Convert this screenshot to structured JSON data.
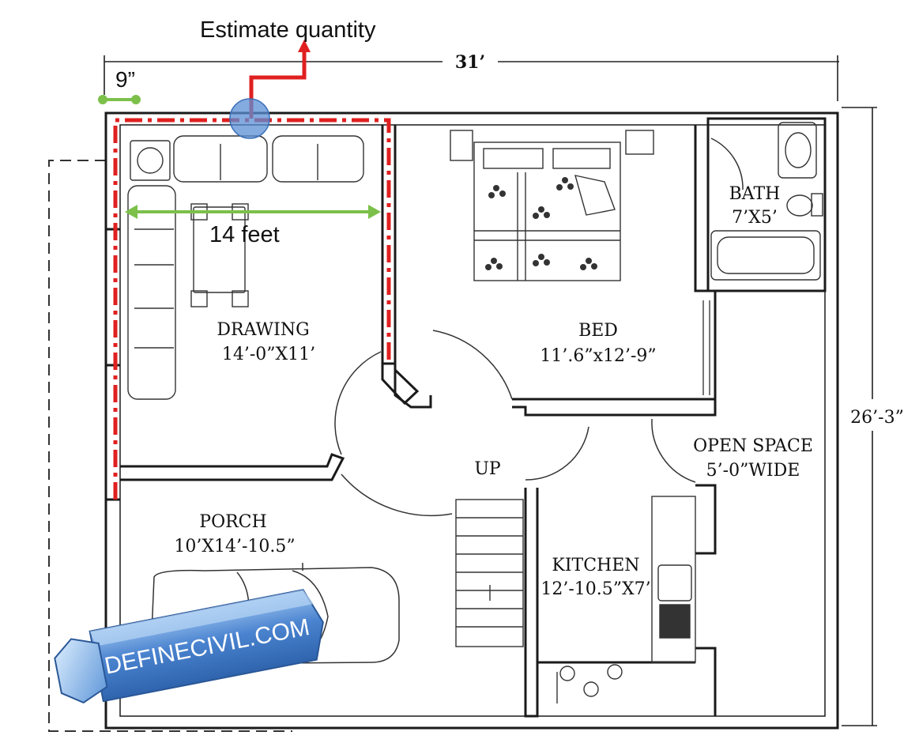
{
  "annotations": {
    "estimate": "Estimate quantity",
    "wall_thickness": "9”",
    "drawing_width": "14 feet"
  },
  "dimensions": {
    "width": "31’",
    "height": "26’-3”"
  },
  "rooms": {
    "drawing": {
      "name": "DRAWING",
      "size": "14’-0”X11’"
    },
    "bed": {
      "name": "BED",
      "size": "11’.6”x12’-9”"
    },
    "bath": {
      "name": "BATH",
      "size": "7’X5’"
    },
    "open_space": {
      "name": "OPEN SPACE",
      "size": "5’-0”WIDE"
    },
    "stairs": {
      "name": "UP"
    },
    "porch": {
      "name": "PORCH",
      "size": "10’X14’-10.5”"
    },
    "kitchen": {
      "name": "KITCHEN",
      "size": "12’-10.5”X7’"
    }
  },
  "watermark": "DEFINECIVIL.COM",
  "colors": {
    "wall": "#1a1a1a",
    "annotation_red": "#e02020",
    "annotation_green": "#7cc04a",
    "marker_blue": "#5b8fd6",
    "badge_blue": "#4a83cf"
  }
}
